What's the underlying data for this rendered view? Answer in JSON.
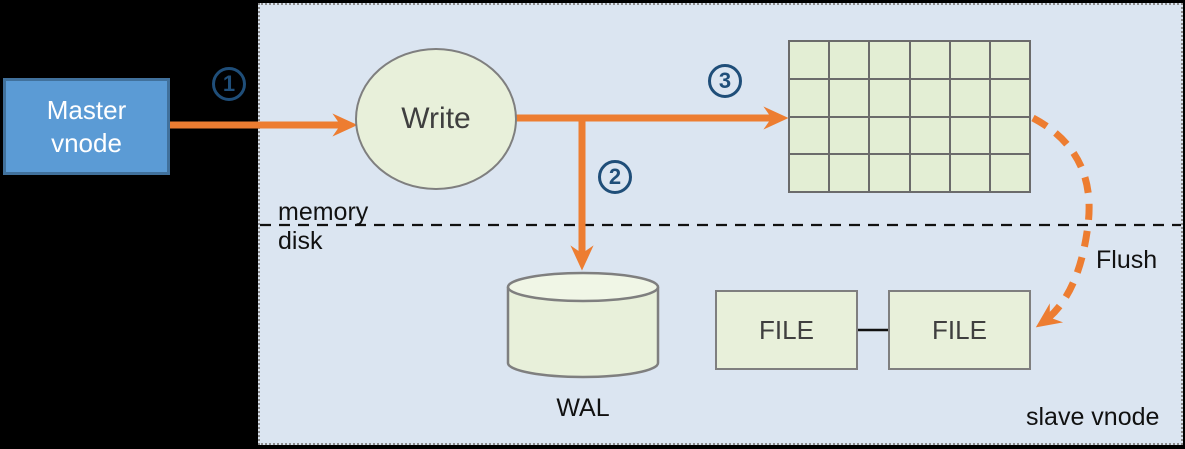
{
  "diagram": {
    "master_node": {
      "label": "Master\nvnode"
    },
    "steps": [
      {
        "label": "1"
      },
      {
        "label": "2"
      },
      {
        "label": "3"
      }
    ],
    "write_node": {
      "label": "Write"
    },
    "mem_table": {
      "rows": 4,
      "cols": 6
    },
    "divider": {
      "above_label": "memory",
      "below_label": "disk"
    },
    "wal": {
      "label": "WAL"
    },
    "files": [
      {
        "label": "FILE"
      },
      {
        "label": "FILE"
      }
    ],
    "flush_label": "Flush",
    "container_label": "slave vnode"
  },
  "colors": {
    "canvas-bg": "#000000",
    "panel-bg": "#dbe5f1",
    "panel-border": "#8c8c8c",
    "master-fill": "#5b9bd5",
    "master-border": "#41719c",
    "master-text": "#ffffff",
    "node-fill": "#e8f0da",
    "node-fill-light": "#f0f6e6",
    "node-border": "#7f7f7f",
    "grid-fill": "#e3eed4",
    "grid-line": "#6b6b6b",
    "step-blue": "#1f4e79",
    "orange": "#ed7d31",
    "ink": "#111111",
    "node-text": "#3f3f3f"
  }
}
